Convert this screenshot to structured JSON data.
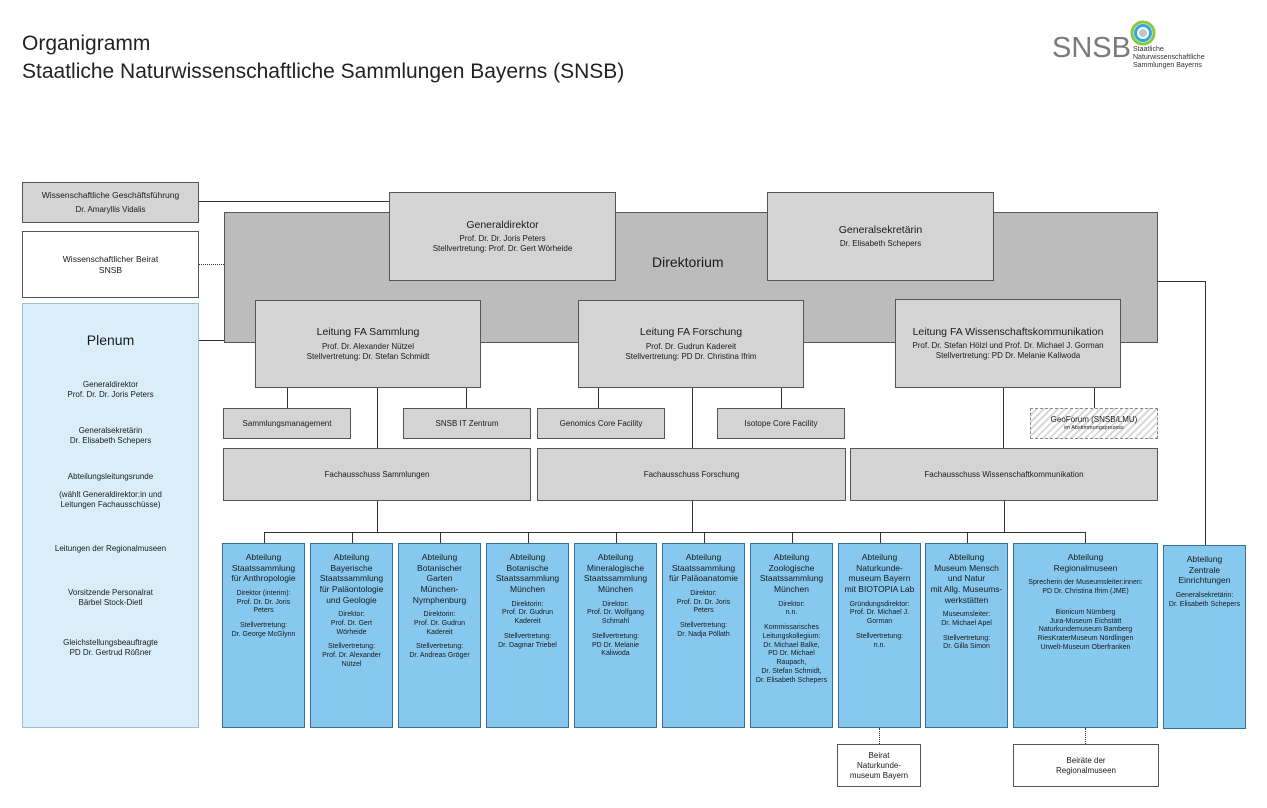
{
  "title": {
    "line1": "Organigramm",
    "line2": "Staatliche Naturwissenschaftliche Sammlungen Bayerns (SNSB)"
  },
  "logo": {
    "letters": "SNSB",
    "sub1": "Staatliche",
    "sub2": "Naturwissenschaftliche",
    "sub3": "Sammlungen Bayerns",
    "ring_colors": [
      "#8cc63f",
      "#29a9e0",
      "#c4c4c4"
    ]
  },
  "left": {
    "gf": {
      "title": "Wissenschaftliche Geschäftsführung",
      "name": "Dr. Amaryllis Vidalis"
    },
    "beirat": {
      "title": "Wissenschaftlicher Beirat",
      "name": "SNSB"
    },
    "plenum": {
      "title": "Plenum",
      "items": [
        {
          "l1": "Generaldirektor",
          "l2": "Prof. Dr. Dr. Joris Peters"
        },
        {
          "l1": "Generalsekretärin",
          "l2": "Dr. Elisabeth Schepers"
        },
        {
          "l1": "Abteilungsleitungsrunde",
          "l2": "(wählt Generaldirektor:in und",
          "l3": "Leitungen Fachausschüsse)"
        },
        {
          "l1": "Leitungen der Regionalmuseen"
        },
        {
          "l1": "Vorsitzende Personalrat",
          "l2": "Bärbel Stock-Dietl"
        },
        {
          "l1": "Gleichstellungsbeauftragte",
          "l2": "PD Dr. Gertrud Rößner"
        }
      ]
    }
  },
  "direktorium": {
    "label": "Direktorium",
    "gd": {
      "title": "Generaldirektor",
      "name": "Prof. Dr. Dr. Joris Peters",
      "deputy": "Stellvertretung: Prof. Dr. Gert Wörheide"
    },
    "gs": {
      "title": "Generalsekretärin",
      "name": "Dr. Elisabeth Schepers"
    },
    "fa_sammlung": {
      "title": "Leitung FA Sammlung",
      "name": "Prof. Dr. Alexander Nützel",
      "deputy": "Stellvertretung: Dr. Stefan Schmidt"
    },
    "fa_forschung": {
      "title": "Leitung FA Forschung",
      "name": "Prof. Dr. Gudrun Kadereit",
      "deputy": "Stellvertretung: PD Dr. Christina Ifrim"
    },
    "fa_wk": {
      "title": "Leitung FA Wissenschaftskommunikation",
      "name": "Prof. Dr. Stefan Hölzl und Prof. Dr. Michael J. Gorman",
      "deputy": "Stellvertretung: PD Dr. Melanie Kaliwoda"
    }
  },
  "units": {
    "sammlungsmanagement": "Sammlungsmanagement",
    "it": "SNSB IT Zentrum",
    "genomics": "Genomics Core Facility",
    "isotope": "Isotope Core Facility",
    "geoforum": "GeoForum (SNSB/LMU)",
    "geoforum_sub": "im Abstimmungsprozess"
  },
  "fachausschuss": {
    "sammlungen": "Fachausschuss Sammlungen",
    "forschung": "Fachausschuss Forschung",
    "wk": "Fachausschuss Wissenschaftkommunikation"
  },
  "departments": [
    {
      "head": [
        "Abteilung",
        "Staatssammlung",
        "für Anthropologie"
      ],
      "people": [
        [
          "Direktor (interim):",
          "Prof. Dr. Dr. Joris",
          "Peters"
        ],
        [
          "Stellvertretung:",
          "Dr. George McGlynn"
        ]
      ]
    },
    {
      "head": [
        "Abteilung",
        "Bayerische",
        "Staatssammlung",
        "für Paläontologie",
        "und Geologie"
      ],
      "people": [
        [
          "Direktor:",
          "Prof. Dr. Gert Wörheide"
        ],
        [
          "Stellvertretung:",
          "Prof. Dr. Alexander",
          "Nützel"
        ]
      ]
    },
    {
      "head": [
        "Abteilung",
        "Botanischer Garten",
        "München-",
        "Nymphenburg"
      ],
      "people": [
        [
          "Direktorin:",
          "Prof. Dr. Gudrun",
          "Kadereit"
        ],
        [
          "Stellvertretung:",
          "Dr. Andreas Gröger"
        ]
      ]
    },
    {
      "head": [
        "Abteilung",
        "Botanische",
        "Staatssammlung",
        "München"
      ],
      "people": [
        [
          "Direktorin:",
          "Prof. Dr. Gudrun",
          "Kadereit"
        ],
        [
          "Stellvertretung:",
          "Dr. Dagmar Triebel"
        ]
      ]
    },
    {
      "head": [
        "Abteilung",
        "Mineralogische",
        "Staatssammlung",
        "München"
      ],
      "people": [
        [
          "Direktor:",
          "Prof. Dr. Wolfgang",
          "Schmahl"
        ],
        [
          "Stellvertretung:",
          "PD Dr. Melanie",
          "Kaliwoda"
        ]
      ]
    },
    {
      "head": [
        "Abteilung",
        "Staatssammlung",
        "für Paläoanatomie"
      ],
      "people": [
        [
          "Direktor:",
          "Prof. Dr. Dr. Joris",
          "Peters"
        ],
        [
          "Stellvertretung:",
          "Dr. Nadja Pöllath"
        ]
      ]
    },
    {
      "head": [
        "Abteilung",
        "Zoologische",
        "Staatssammlung",
        "München"
      ],
      "people": [
        [
          "Direktor:",
          "n.n."
        ],
        [
          "Kommissarisches",
          "Leitungskollegium:",
          "Dr. Michael Balke,",
          "PD Dr. Michael",
          "Raupach,",
          "Dr. Stefan Schmidt,",
          "Dr. Elisabeth Schepers"
        ]
      ]
    },
    {
      "head": [
        "Abteilung",
        "Naturkunde-",
        "museum Bayern",
        "mit BIOTOPIA Lab"
      ],
      "people": [
        [
          "Gründungsdirektor:",
          "Prof. Dr. Michael J.",
          "Gorman"
        ],
        [
          "Stellvertretung:",
          "n.n."
        ]
      ]
    },
    {
      "head": [
        "Abteilung",
        "Museum Mensch",
        "und Natur",
        "mit Allg. Museums-",
        "werkstätten"
      ],
      "people": [
        [
          "Museumsleiter:",
          "Dr. Michael Apel"
        ],
        [
          "Stellvertretung:",
          "Dr. Gilla Simon"
        ]
      ]
    },
    {
      "head": [
        "Abteilung",
        "Regionalmuseen"
      ],
      "people": [
        [
          "Sprecherin der Museumsleiter:innen:",
          "PD Dr. Christina Ifrim (JME)"
        ],
        [
          "Bionicum Nürnberg",
          "Jura-Museum Eichstätt",
          "Naturkundemuseum Bamberg",
          "RiesKraterMuseum Nördlingen",
          "Urwelt-Museum Oberfranken"
        ]
      ]
    },
    {
      "head": [
        "Abteilung",
        "Zentrale",
        "Einrichtungen"
      ],
      "people": [
        [
          "Generalsekretärin:",
          "Dr. Elisabeth Schepers"
        ]
      ]
    }
  ],
  "beirat_nmb": [
    "Beirat",
    "Naturkunde-",
    "museum Bayern"
  ],
  "beirat_rm": [
    "Beiräte der",
    "Regionalmuseen"
  ]
}
